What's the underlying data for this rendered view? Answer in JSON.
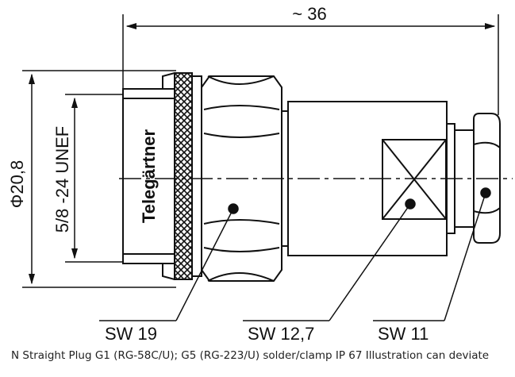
{
  "dimensions": {
    "length": "~ 36",
    "diameter": "Φ20,8",
    "thread": "5/8 -24 UNEF"
  },
  "brand": "Telegärtner",
  "wrench_sizes": [
    {
      "label": "SW 19"
    },
    {
      "label": "SW 12,7"
    },
    {
      "label": "SW 11"
    }
  ],
  "caption": "N Straight Plug G1 (RG-58C/U); G5 (RG-223/U) solder/clamp IP 67 Illustration can deviate"
}
